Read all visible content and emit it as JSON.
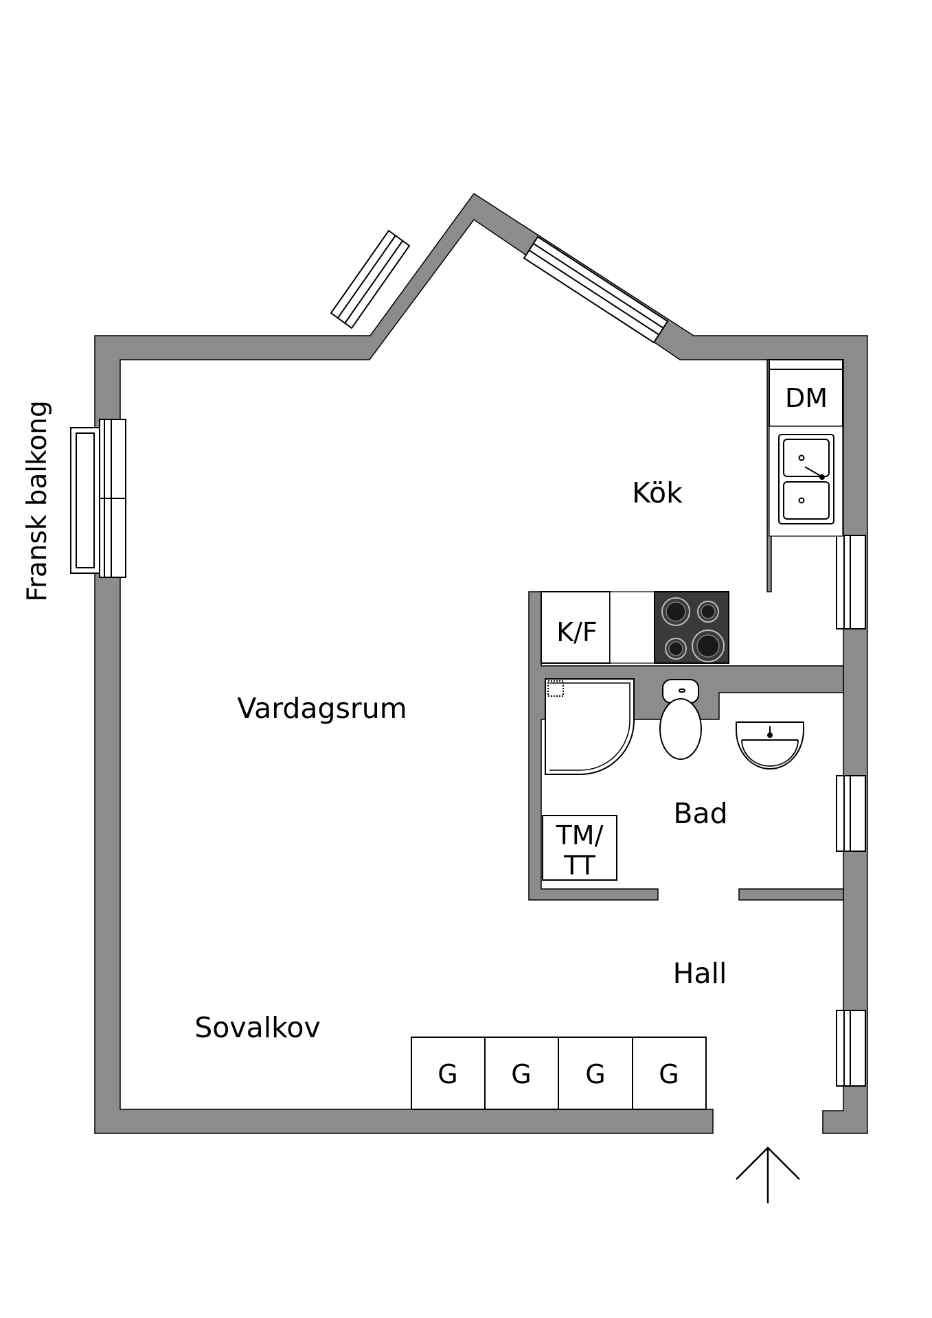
{
  "colors": {
    "wall": "#8c8c8c",
    "line": "#000000",
    "background": "#ffffff",
    "stove": "#3a3a3a"
  },
  "labels": {
    "balcony": "Fransk balkong",
    "kitchen": "Kök",
    "living_room": "Vardagsrum",
    "bathroom": "Bad",
    "hall": "Hall",
    "sleeping_alcove": "Sovalkov"
  },
  "fixtures": {
    "dishwasher": "DM",
    "fridge_freezer": "K/F",
    "washer_dryer_line1": "TM/",
    "washer_dryer_line2": "TT",
    "wardrobes": [
      "G",
      "G",
      "G",
      "G"
    ]
  },
  "icons": {
    "entrance": "entrance-arrow-icon",
    "sink": "double-sink-icon",
    "stove": "stove-icon",
    "toilet": "toilet-icon",
    "washbasin": "washbasin-icon",
    "shower": "shower-icon"
  }
}
